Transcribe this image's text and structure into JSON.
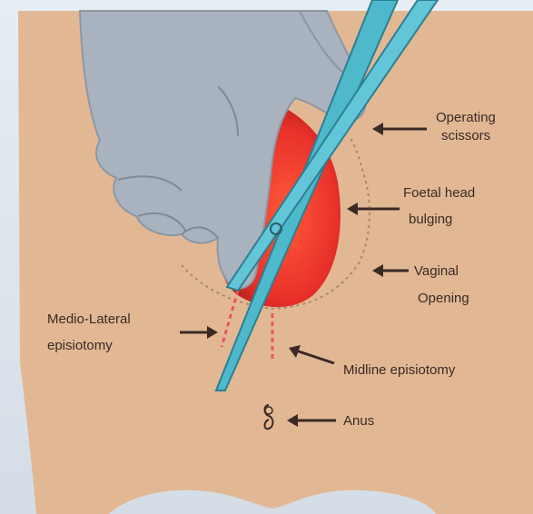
{
  "labels": {
    "operating_scissors_1": "Operating",
    "operating_scissors_2": "scissors",
    "foetal_head_1": "Foetal head",
    "foetal_head_2": "bulging",
    "vaginal_opening_1": "Vaginal",
    "vaginal_opening_2": "Opening",
    "medio_lateral_1": "Medio-Lateral",
    "medio_lateral_2": "episiotomy",
    "midline": "Midline episiotomy",
    "anus": "Anus"
  },
  "colors": {
    "skin": "#e2b894",
    "glove": "#a9b3bf",
    "glove_shadow": "#7f8a96",
    "head": "#e8302a",
    "scissors": "#4fb9cc",
    "incision": "#e5566a",
    "arrow": "#3a2a24"
  }
}
